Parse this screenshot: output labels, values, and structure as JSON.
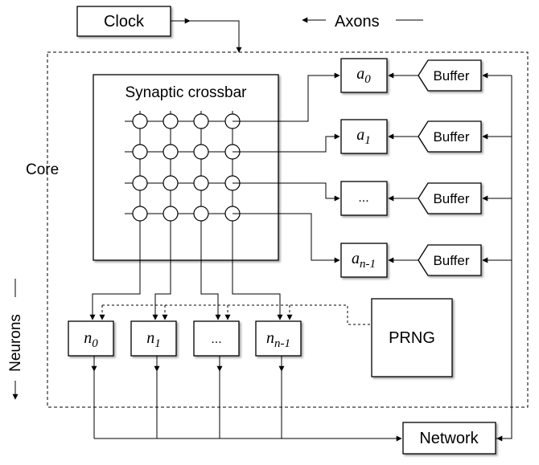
{
  "clock": {
    "label": "Clock"
  },
  "axons_label": "Axons",
  "core_label": "Core",
  "neurons_label": "Neurons",
  "crossbar": {
    "title": "Synaptic crossbar"
  },
  "axons": [
    {
      "base": "a",
      "sub": "0"
    },
    {
      "base": "a",
      "sub": "1"
    },
    {
      "base": "",
      "sub": "",
      "text": "..."
    },
    {
      "base": "a",
      "sub": "n-1"
    }
  ],
  "buffer_label": "Buffer",
  "neurons": [
    {
      "base": "n",
      "sub": "0"
    },
    {
      "base": "n",
      "sub": "1"
    },
    {
      "base": "",
      "sub": "",
      "text": "..."
    },
    {
      "base": "n",
      "sub": "n-1"
    }
  ],
  "prng": {
    "label": "PRNG"
  },
  "network": {
    "label": "Network"
  }
}
